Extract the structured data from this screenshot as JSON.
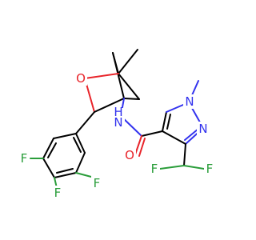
{
  "colors": {
    "background": "#ffffff",
    "bond": "#000000",
    "oxygen": "#e8242a",
    "nitrogen": "#3333ee",
    "fluorine": "#2a9d3a"
  },
  "atoms": {
    "o_ring": "O",
    "o_carbonyl": "O",
    "nh": "N",
    "nh_h": "H",
    "n1_pyrazole": "N",
    "n2_pyrazole": "N",
    "f_aryl_left": "F",
    "f_aryl_bottom": "F",
    "f_aryl_right": "F",
    "f_chf2_left": "F",
    "f_chf2_right": "F"
  }
}
